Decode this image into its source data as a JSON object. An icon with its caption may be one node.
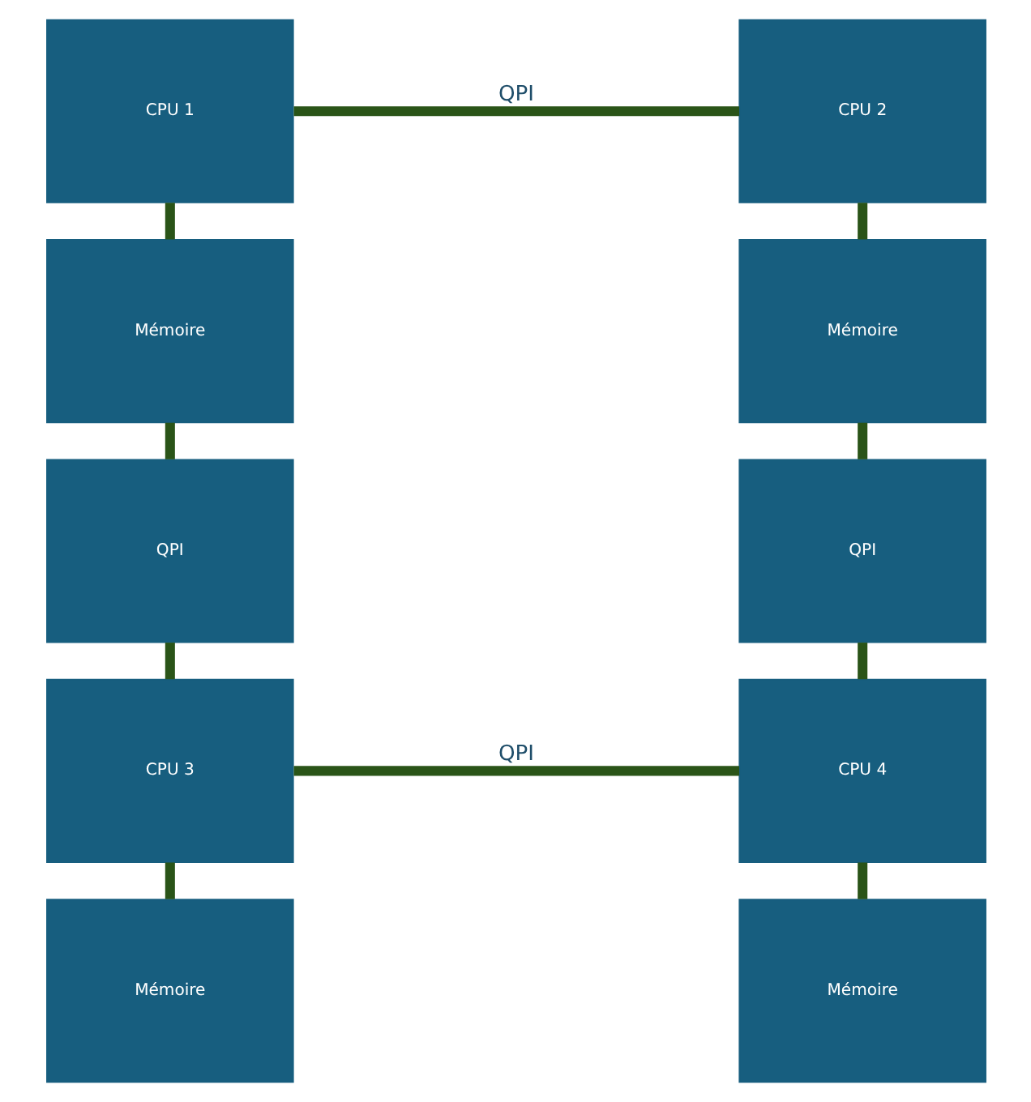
{
  "diagram": {
    "nodes": [
      {
        "text": [
          "CPU 1"
        ]
      },
      {
        "text": [
          "CPU 2"
        ]
      },
      {
        "text": [
          "Mémoire"
        ]
      },
      {
        "text": [
          "Mémoire"
        ]
      },
      {
        "text": [
          "QPI"
        ]
      },
      {
        "text": [
          "QPI"
        ]
      },
      {
        "text": [
          "CPU 3"
        ]
      },
      {
        "text": [
          "CPU 4"
        ]
      },
      {
        "text": [
          "Mémoire"
        ]
      },
      {
        "text": [
          "Mémoire"
        ]
      }
    ],
    "edges": [
      {
        "from": 0,
        "to": 1,
        "arrow": "none",
        "label": "QPI"
      },
      {
        "from": 0,
        "to": 2,
        "arrow": "none"
      },
      {
        "from": 1,
        "to": 3,
        "arrow": "none"
      },
      {
        "from": 2,
        "to": 4,
        "arrow": "none"
      },
      {
        "from": 3,
        "to": 5,
        "arrow": "none"
      },
      {
        "from": 4,
        "to": 6,
        "arrow": "none"
      },
      {
        "from": 5,
        "to": 7,
        "arrow": "none"
      },
      {
        "from": 6,
        "to": 7,
        "arrow": "none",
        "label": "QPI"
      },
      {
        "from": 6,
        "to": 8,
        "arrow": "none"
      },
      {
        "from": 7,
        "to": 9,
        "arrow": "none"
      }
    ]
  }
}
